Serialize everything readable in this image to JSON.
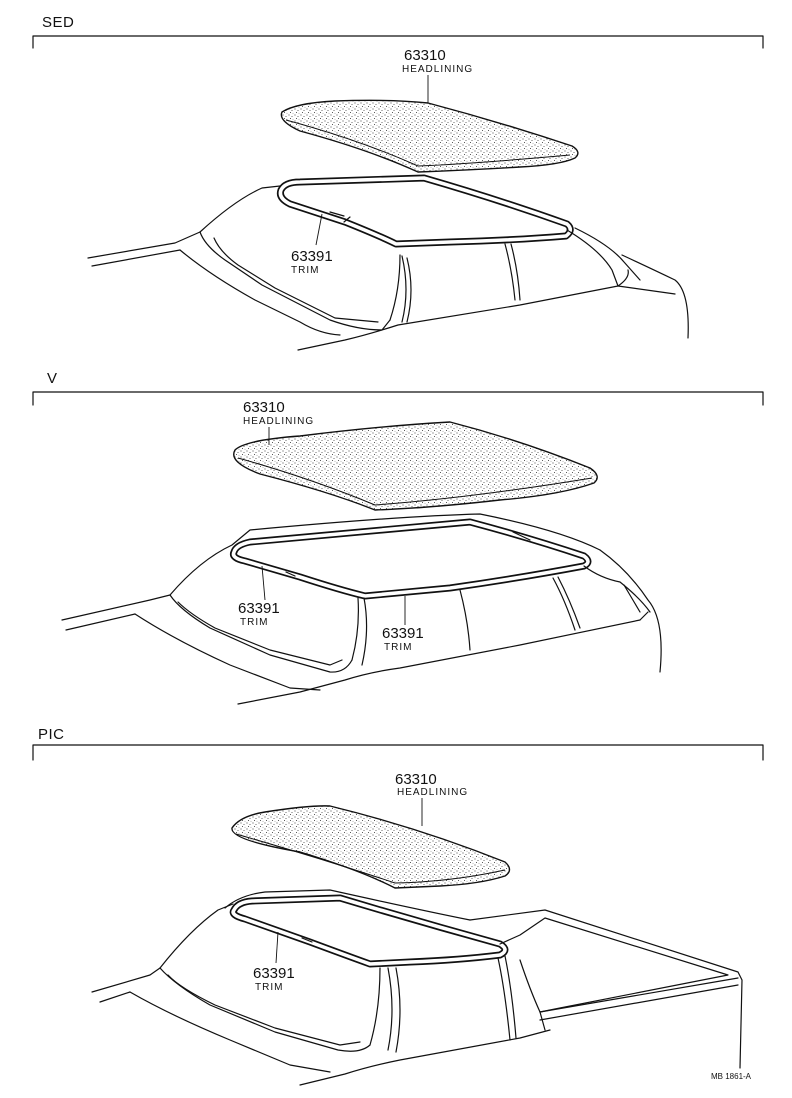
{
  "sections": [
    {
      "label": "SED",
      "callouts": [
        {
          "part_no": "63310",
          "part_name": "HEADLINING"
        },
        {
          "part_no": "63391",
          "part_name": "TRIM"
        }
      ]
    },
    {
      "label": "V",
      "callouts": [
        {
          "part_no": "63310",
          "part_name": "HEADLINING"
        },
        {
          "part_no": "63391",
          "part_name": "TRIM"
        },
        {
          "part_no": "63391",
          "part_name": "TRIM"
        }
      ]
    },
    {
      "label": "PIC",
      "callouts": [
        {
          "part_no": "63310",
          "part_name": "HEADLINING"
        },
        {
          "part_no": "63391",
          "part_name": "TRIM"
        }
      ]
    }
  ],
  "footer_code": "MB 1861-A"
}
